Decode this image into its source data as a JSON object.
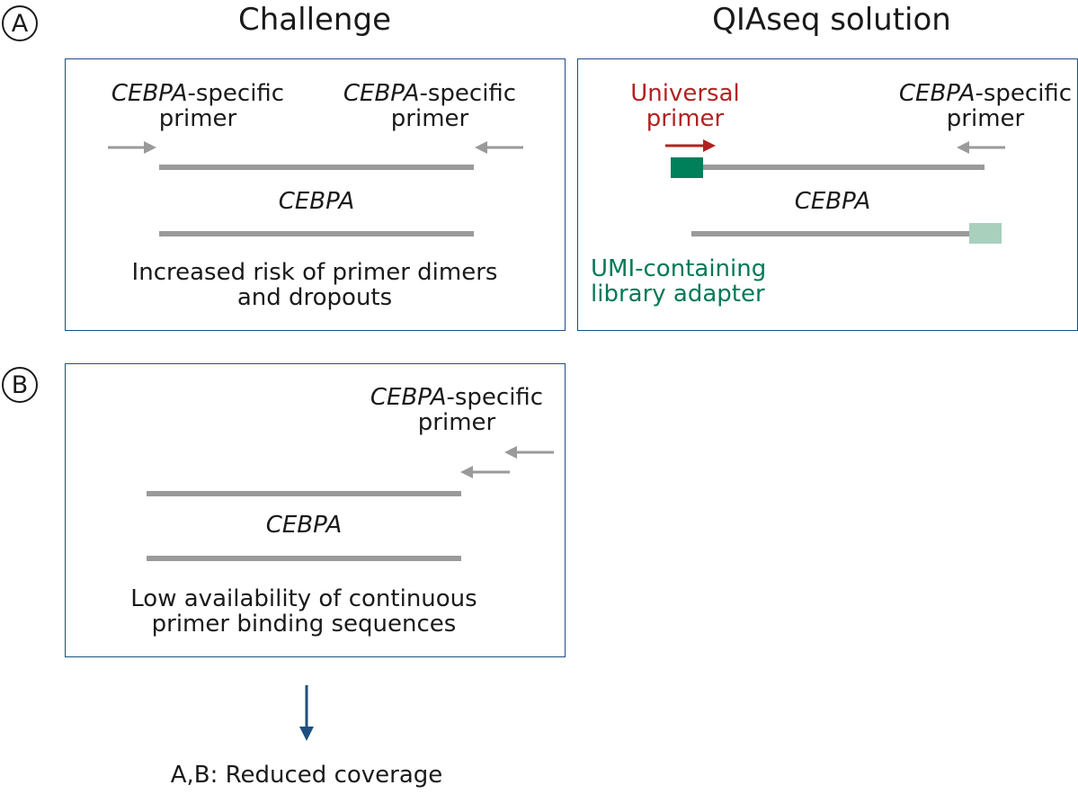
{
  "panel_a": {
    "letter": "A",
    "challenge": {
      "heading": "Challenge",
      "left_primer": {
        "gene": "CEBPA",
        "suffix": "-specific",
        "line2": "primer"
      },
      "right_primer": {
        "gene": "CEBPA",
        "suffix": "-specific",
        "line2": "primer"
      },
      "gene_label": "CEBPA",
      "note_line1": "Increased risk of primer dimers",
      "note_line2": "and dropouts"
    },
    "solution": {
      "heading": "QIAseq solution",
      "universal_line1": "Universal",
      "universal_line2": "primer",
      "right_primer": {
        "gene": "CEBPA",
        "suffix": "-specific",
        "line2": "primer"
      },
      "gene_label": "CEBPA",
      "adapter_line1": "UMI-containing",
      "adapter_line2": "library adapter"
    }
  },
  "panel_b": {
    "letter": "B",
    "primer": {
      "gene": "CEBPA",
      "suffix": "-specific",
      "line2": "primer"
    },
    "gene_label": "CEBPA",
    "note_line1": "Low availability of continuous",
    "note_line2": "primer binding sequences"
  },
  "conclusion": "A,B: Reduced coverage",
  "colors": {
    "box_border": "#1d4f80",
    "strand": "#9a9a9a",
    "universal": "#b22222",
    "adapter_dark": "#00805a",
    "adapter_light": "#a8d0bd",
    "down_arrow": "#1d4f80"
  }
}
